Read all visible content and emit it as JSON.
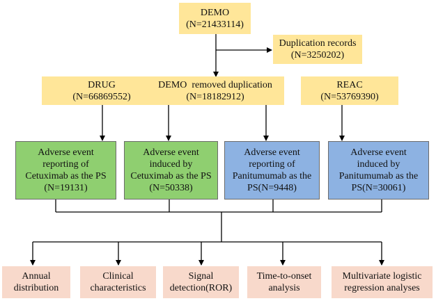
{
  "boxes": {
    "demo": {
      "line1": "DEMO",
      "line2": "(N=21433114)"
    },
    "duplication": {
      "line1": "Duplication records",
      "line2": "(N=3250202)"
    },
    "drug": {
      "line1": "DRUG",
      "line2": "(N=66869552)"
    },
    "demo_removed": {
      "line1": "DEMO  removed duplication",
      "line2": "(N=18182912)"
    },
    "reac": {
      "line1": "REAC",
      "line2": "(N=53769390)"
    },
    "cetux_reporting": {
      "lines": [
        "Adverse event",
        "reporting of",
        "Cetuximab as the PS",
        "(N=19131)"
      ]
    },
    "cetux_induced": {
      "lines": [
        "Adverse event",
        "induced by",
        "Cetuximab as the PS",
        "(N=50338)"
      ]
    },
    "panit_reporting": {
      "lines": [
        "Adverse event",
        "reporting of",
        "Panitumumab as the",
        "PS(N=9448)"
      ]
    },
    "panit_induced": {
      "lines": [
        "Adverse event",
        "induced by",
        "Panitumumab as the",
        "PS(N=30061)"
      ]
    },
    "annual": {
      "lines": [
        "Annual",
        "distribution"
      ]
    },
    "clinical": {
      "lines": [
        "Clinical",
        "characteristics"
      ]
    },
    "signal": {
      "lines": [
        "Signal",
        "detection(ROR)"
      ]
    },
    "time_to_onset": {
      "lines": [
        "Time-to-onset",
        "analysis"
      ]
    },
    "multivariate": {
      "lines": [
        "Multivariate logistic",
        "regression analyses"
      ]
    }
  },
  "colors": {
    "yellow": "#ffe699",
    "green": "#8fcf70",
    "blue": "#8db2e2",
    "peach": "#f8d9cb",
    "line": "#000000"
  }
}
